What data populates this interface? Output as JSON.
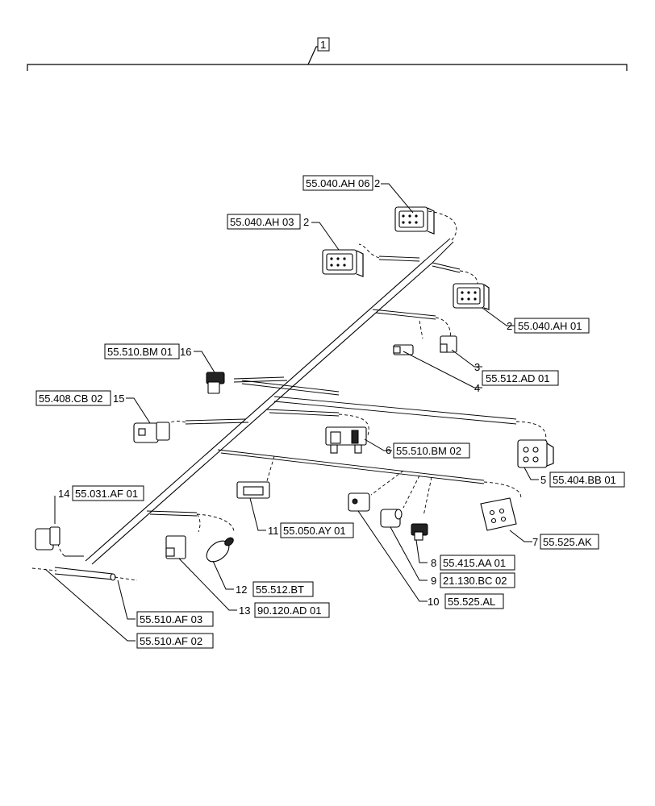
{
  "assembly": {
    "number": "1"
  },
  "callouts": [
    {
      "num": "2",
      "ref": "55.040.AH 06"
    },
    {
      "num": "2",
      "ref": "55.040.AH 03"
    },
    {
      "num": "2",
      "ref": "55.040.AH 01"
    },
    {
      "num": "3",
      "ref": "55.512.AD 01"
    },
    {
      "num": "4",
      "ref": ""
    },
    {
      "num": "16",
      "ref": "55.510.BM 01"
    },
    {
      "num": "15",
      "ref": "55.408.CB 02"
    },
    {
      "num": "6",
      "ref": "55.510.BM 02"
    },
    {
      "num": "5",
      "ref": "55.404.BB 01"
    },
    {
      "num": "14",
      "ref": "55.031.AF 01"
    },
    {
      "num": "11",
      "ref": "55.050.AY 01"
    },
    {
      "num": "7",
      "ref": "55.525.AK"
    },
    {
      "num": "8",
      "ref": "55.415.AA 01"
    },
    {
      "num": "9",
      "ref": "21.130.BC 02"
    },
    {
      "num": "10",
      "ref": "55.525.AL"
    },
    {
      "num": "12",
      "ref": "55.512.BT"
    },
    {
      "num": "13",
      "ref": "90.120.AD 01"
    },
    {
      "num": "",
      "ref": "55.510.AF 03"
    },
    {
      "num": "",
      "ref": "55.510.AF 02"
    }
  ]
}
